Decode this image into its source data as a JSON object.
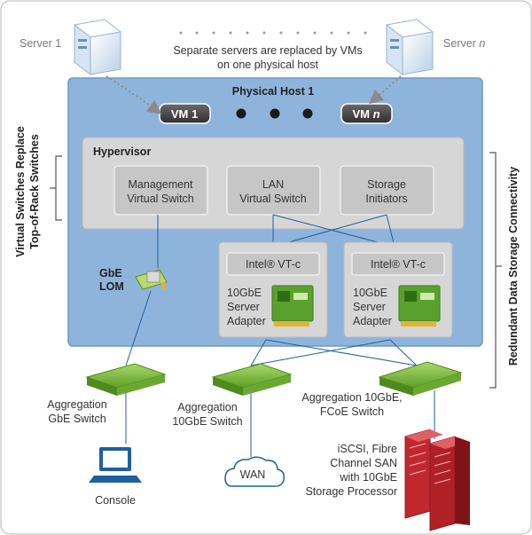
{
  "servers": {
    "left_label": "Server 1",
    "right_label": "Server",
    "right_label_n": "n",
    "note_line1": "Separate servers are replaced by VMs",
    "note_line2": "on one physical host"
  },
  "host": {
    "title": "Physical Host 1",
    "vm1": "VM 1",
    "vmn": "VM",
    "vmn_n": "n"
  },
  "hypervisor": {
    "title": "Hypervisor",
    "mgmt_line1": "Management",
    "mgmt_line2": "Virtual Switch",
    "lan_line1": "LAN",
    "lan_line2": "Virtual Switch",
    "storage_line1": "Storage",
    "storage_line2": "Initiators"
  },
  "adapters": {
    "vtc": "Intel® VT-c",
    "line1": "10GbE",
    "line2": "Server",
    "line3": "Adapter"
  },
  "lom": {
    "line1": "GbE",
    "line2": "LOM"
  },
  "switches": {
    "gbe_line1": "Aggregation",
    "gbe_line2": "GbE Switch",
    "tengbe_line1": "Aggregation",
    "tengbe_line2": "10GbE Switch",
    "fcoe_line1": "Aggregation 10GbE,",
    "fcoe_line2": "FCoE Switch"
  },
  "endpoints": {
    "console": "Console",
    "wan": "WAN",
    "san_line1": "iSCSI, Fibre",
    "san_line2": "Channel SAN",
    "san_line3": "with 10GbE",
    "san_line4": "Storage Processor"
  },
  "side_labels": {
    "left_line1": "Virtual Switches Replace",
    "left_line2": "Top-of-Rack Switches",
    "right": "Redundant Data Storage Connectivity"
  },
  "colors": {
    "host_blue": "#8fb4dc",
    "hypervisor_grey": "#d4d4d4",
    "vm_dark": "#4a4a4a",
    "link_blue": "#1f5fa0",
    "switch_green": "#7cbc3a",
    "san_red": "#c0282e"
  }
}
